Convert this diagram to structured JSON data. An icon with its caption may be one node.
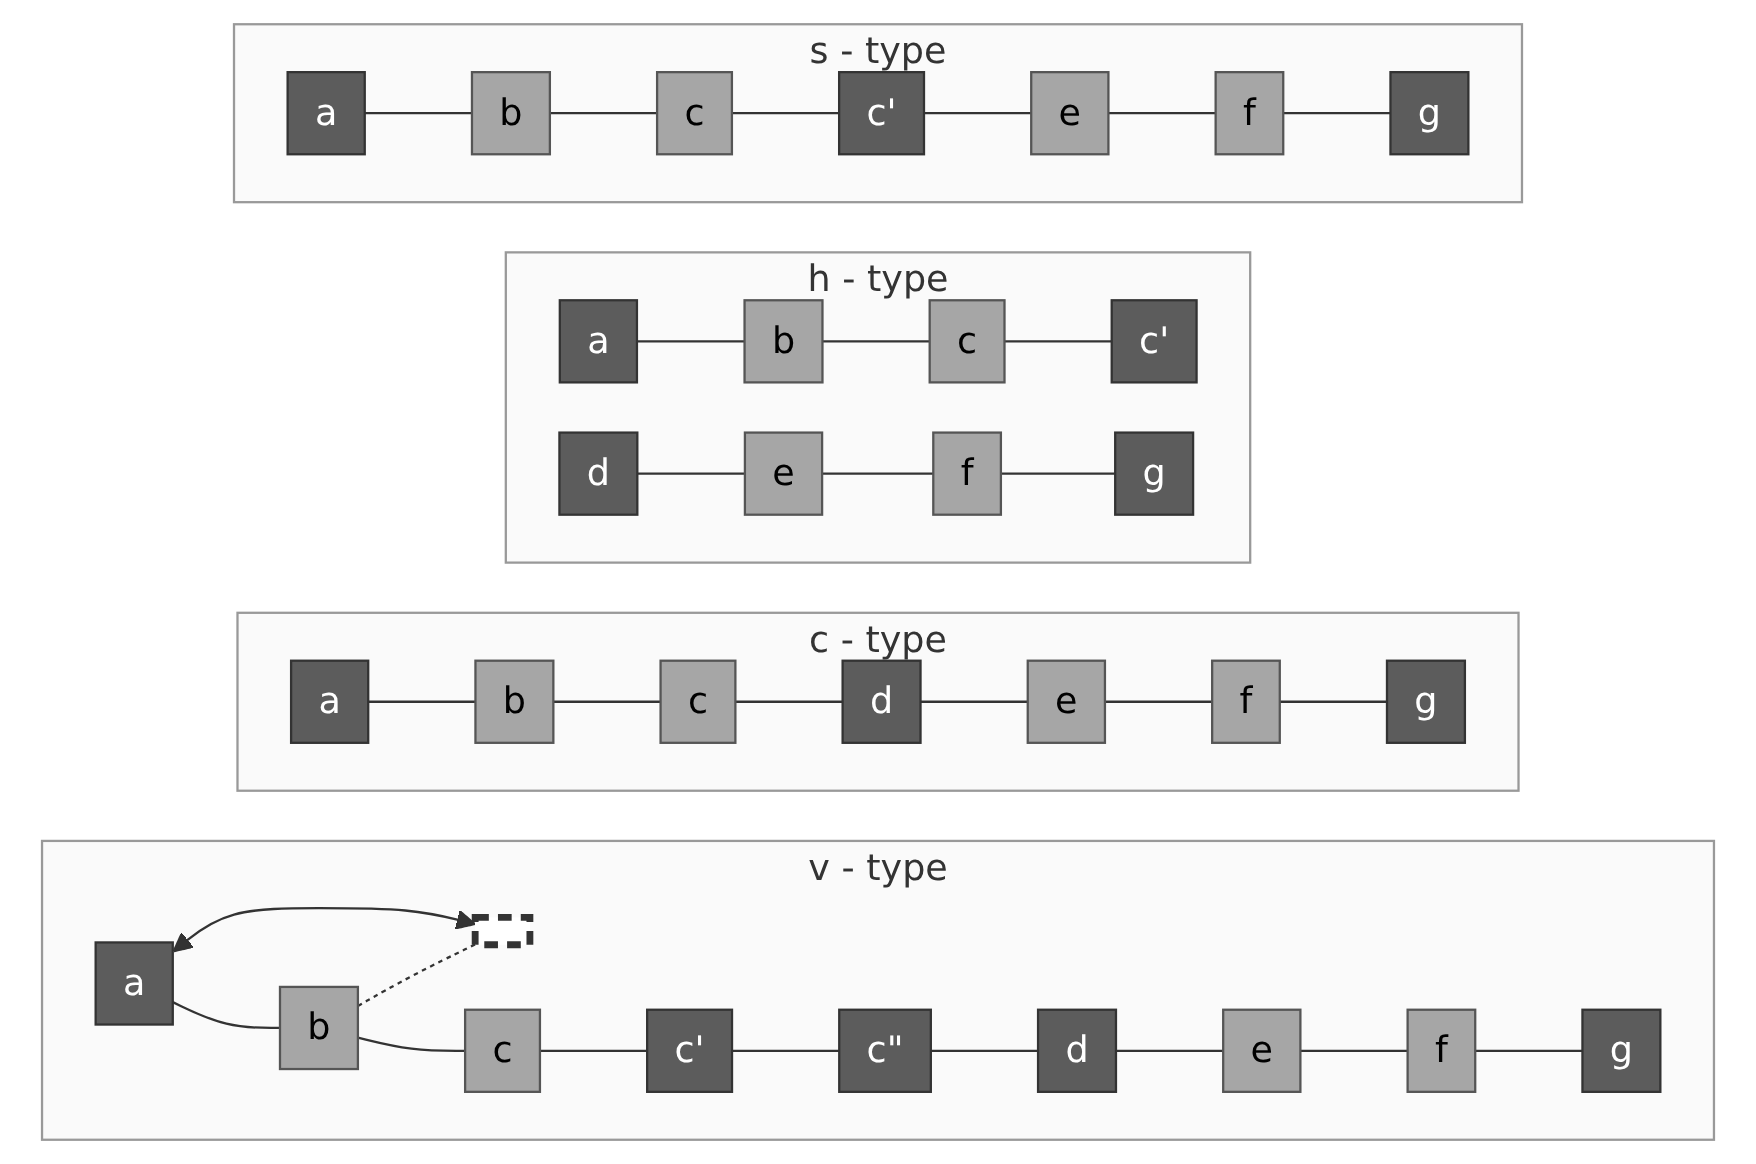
{
  "diagram": {
    "nodes": [
      {
        "text": [
          "s - type"
        ]
      },
      {
        "text": [
          "e"
        ],
        "in": 0
      },
      {
        "text": [
          "b"
        ],
        "in": 0
      },
      {
        "text": [
          "a"
        ],
        "in": 0
      },
      {
        "text": [
          "g"
        ],
        "in": 0
      },
      {
        "text": [
          "f"
        ],
        "in": 0
      },
      {
        "text": [
          "c"
        ],
        "in": 0
      },
      {
        "text": [
          "c'"
        ],
        "in": 0
      },
      {
        "text": [
          "h - type"
        ]
      },
      {
        "text": [
          "d"
        ],
        "in": 8
      },
      {
        "text": [
          "e"
        ],
        "in": 8
      },
      {
        "text": [
          "b"
        ],
        "in": 8
      },
      {
        "text": [
          "a"
        ],
        "in": 8
      },
      {
        "text": [
          "g"
        ],
        "in": 8
      },
      {
        "text": [
          "f"
        ],
        "in": 8
      },
      {
        "text": [
          "c"
        ],
        "in": 8
      },
      {
        "text": [
          "c'"
        ],
        "in": 8
      },
      {
        "text": [
          "c - type"
        ]
      },
      {
        "text": [
          "d"
        ],
        "in": 17
      },
      {
        "text": [
          "e"
        ],
        "in": 17
      },
      {
        "text": [
          "b"
        ],
        "in": 17
      },
      {
        "text": [
          "a"
        ],
        "in": 17
      },
      {
        "text": [
          "g"
        ],
        "in": 17
      },
      {
        "text": [
          "f"
        ],
        "in": 17
      },
      {
        "text": [
          "c"
        ],
        "in": 17
      },
      {
        "text": [
          "v - type"
        ]
      },
      {
        "text": [
          "d"
        ],
        "in": 25
      },
      {
        "text": [
          "e"
        ],
        "in": 25
      },
      {
        "text": [
          "b"
        ],
        "in": 25
      },
      {
        "text": [
          "a"
        ],
        "in": 25
      },
      {
        "text": [],
        "shape": "bar",
        "in": 25
      },
      {
        "text": [
          "g"
        ],
        "in": 25
      },
      {
        "text": [
          "f"
        ],
        "in": 25
      },
      {
        "text": [
          "c"
        ],
        "in": 25
      },
      {
        "text": [
          "c'"
        ],
        "in": 25
      },
      {
        "text": [
          "c\""
        ],
        "in": 25
      }
    ],
    "edges": [
      {
        "from": 3,
        "to": 2,
        "arrow": "none"
      },
      {
        "from": 2,
        "to": 6,
        "arrow": "none"
      },
      {
        "from": 6,
        "to": 7,
        "arrow": "none"
      },
      {
        "from": 7,
        "to": 1,
        "arrow": "none"
      },
      {
        "from": 1,
        "to": 5,
        "arrow": "none"
      },
      {
        "from": 5,
        "to": 4,
        "arrow": "none"
      },
      {
        "from": 12,
        "to": 11,
        "arrow": "none"
      },
      {
        "from": 11,
        "to": 15,
        "arrow": "none"
      },
      {
        "from": 15,
        "to": 16,
        "arrow": "none"
      },
      {
        "from": 9,
        "to": 10,
        "arrow": "none"
      },
      {
        "from": 10,
        "to": 14,
        "arrow": "none"
      },
      {
        "from": 14,
        "to": 13,
        "arrow": "none"
      },
      {
        "from": 21,
        "to": 20,
        "arrow": "none"
      },
      {
        "from": 20,
        "to": 24,
        "arrow": "none"
      },
      {
        "from": 24,
        "to": 18,
        "arrow": "none"
      },
      {
        "from": 18,
        "to": 19,
        "arrow": "none"
      },
      {
        "from": 19,
        "to": 23,
        "arrow": "none"
      },
      {
        "from": 23,
        "to": 22,
        "arrow": "none"
      },
      {
        "from": 29,
        "to": 28,
        "arrow": "none"
      },
      {
        "from": 28,
        "to": 30,
        "arrow": "none",
        "style": "dashed"
      },
      {
        "from": 29,
        "to": 30,
        "arrow": "both"
      },
      {
        "from": 28,
        "to": 33,
        "arrow": "none"
      },
      {
        "from": 33,
        "to": 34,
        "arrow": "none"
      },
      {
        "from": 34,
        "to": 35,
        "arrow": "none"
      },
      {
        "from": 35,
        "to": 26,
        "arrow": "none"
      },
      {
        "from": 26,
        "to": 27,
        "arrow": "none"
      },
      {
        "from": 27,
        "to": 32,
        "arrow": "none"
      },
      {
        "from": 32,
        "to": 31,
        "arrow": "none"
      }
    ]
  }
}
